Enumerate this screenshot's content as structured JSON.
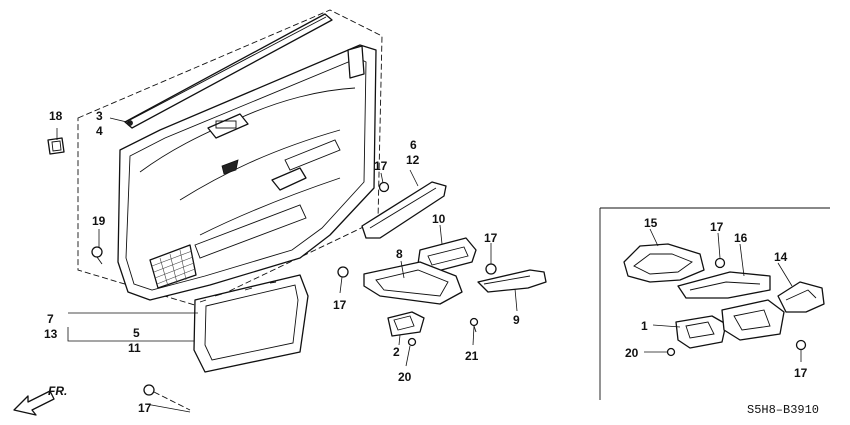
{
  "diagram": {
    "callouts": {
      "c1": "1",
      "c2": "2",
      "c3": "3",
      "c4": "4",
      "c5": "5",
      "c6": "6",
      "c7": "7",
      "c8": "8",
      "c9": "9",
      "c10": "10",
      "c11": "11",
      "c12": "12",
      "c13": "13",
      "c14": "14",
      "c15": "15",
      "c16": "16",
      "c17": "17",
      "c18": "18",
      "c19": "19",
      "c20": "20",
      "c21": "21"
    },
    "direction_label": "FR.",
    "diagram_code": "S5H8–B3910"
  }
}
